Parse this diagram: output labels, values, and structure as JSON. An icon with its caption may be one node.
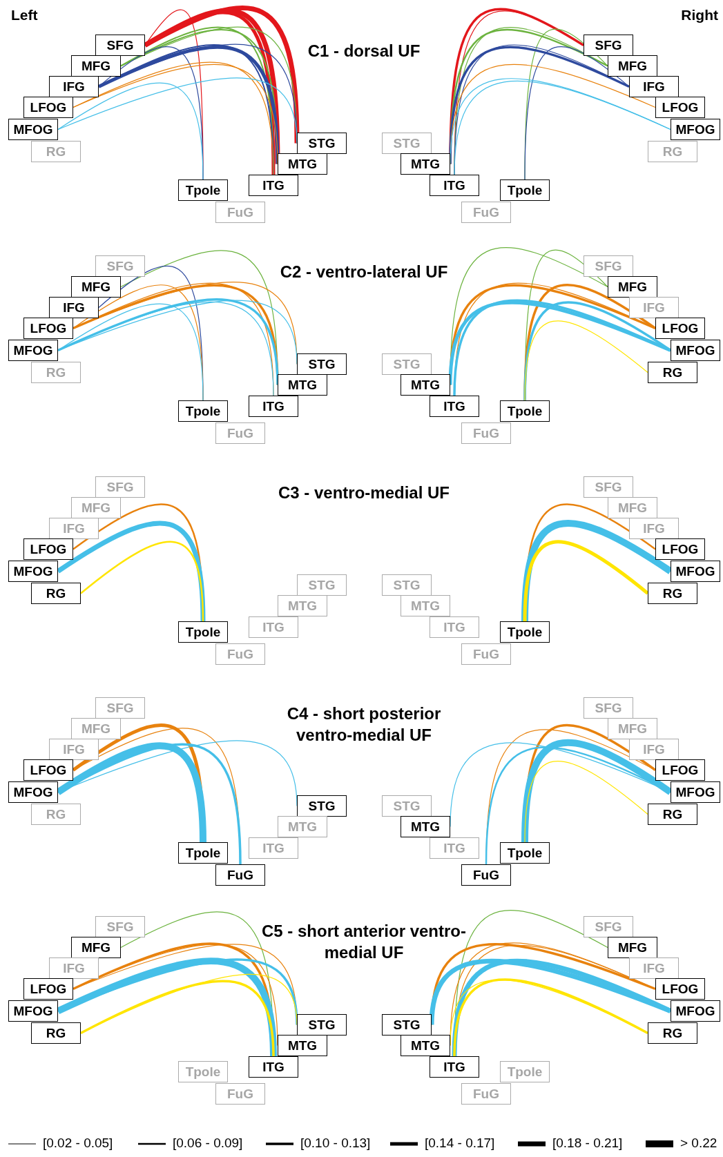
{
  "diagram": {
    "nodes": [
      {
        "text": [
          "SFG"
        ]
      },
      {
        "text": [
          "MFG"
        ]
      },
      {
        "text": [
          "IFG"
        ]
      },
      {
        "text": [
          "LFOG"
        ]
      },
      {
        "text": [
          "MFOG"
        ]
      },
      {
        "text": [
          "RG"
        ]
      },
      {
        "text": [
          "STG"
        ]
      },
      {
        "text": [
          "MTG"
        ]
      },
      {
        "text": [
          "ITG"
        ]
      },
      {
        "text": [
          "Tpole"
        ]
      },
      {
        "text": [
          "FuG"
        ]
      },
      {
        "text": [
          "SFG"
        ]
      },
      {
        "text": [
          "MFG"
        ]
      },
      {
        "text": [
          "IFG"
        ]
      },
      {
        "text": [
          "LFOG"
        ]
      },
      {
        "text": [
          "MFOG"
        ]
      },
      {
        "text": [
          "RG"
        ]
      },
      {
        "text": [
          "STG"
        ]
      },
      {
        "text": [
          "MTG"
        ]
      },
      {
        "text": [
          "ITG"
        ]
      },
      {
        "text": [
          "Tpole"
        ]
      },
      {
        "text": [
          "FuG"
        ]
      },
      {
        "text": [
          "SFG"
        ]
      },
      {
        "text": [
          "MFG"
        ]
      },
      {
        "text": [
          "IFG"
        ]
      },
      {
        "text": [
          "LFOG"
        ]
      },
      {
        "text": [
          "MFOG"
        ]
      },
      {
        "text": [
          "RG"
        ]
      },
      {
        "text": [
          "STG"
        ]
      },
      {
        "text": [
          "MTG"
        ]
      },
      {
        "text": [
          "ITG"
        ]
      },
      {
        "text": [
          "Tpole"
        ]
      },
      {
        "text": [
          "FuG"
        ]
      },
      {
        "text": [
          "SFG"
        ]
      },
      {
        "text": [
          "MFG"
        ]
      },
      {
        "text": [
          "IFG"
        ]
      },
      {
        "text": [
          "LFOG"
        ]
      },
      {
        "text": [
          "MFOG"
        ]
      },
      {
        "text": [
          "RG"
        ]
      },
      {
        "text": [
          "STG"
        ]
      },
      {
        "text": [
          "MTG"
        ]
      },
      {
        "text": [
          "ITG"
        ]
      },
      {
        "text": [
          "Tpole"
        ]
      },
      {
        "text": [
          "FuG"
        ]
      },
      {
        "text": [
          "SFG"
        ]
      },
      {
        "text": [
          "MFG"
        ]
      },
      {
        "text": [
          "IFG"
        ]
      },
      {
        "text": [
          "LFOG"
        ]
      },
      {
        "text": [
          "MFOG"
        ]
      },
      {
        "text": [
          "RG"
        ]
      },
      {
        "text": [
          "STG"
        ]
      },
      {
        "text": [
          "MTG"
        ]
      },
      {
        "text": [
          "ITG"
        ]
      },
      {
        "text": [
          "Tpole"
        ]
      },
      {
        "text": [
          "FuG"
        ]
      },
      {
        "text": [
          "SFG"
        ]
      },
      {
        "text": [
          "MFG"
        ]
      },
      {
        "text": [
          "IFG"
        ]
      },
      {
        "text": [
          "LFOG"
        ]
      },
      {
        "text": [
          "MFOG"
        ]
      },
      {
        "text": [
          "RG"
        ]
      },
      {
        "text": [
          "STG"
        ]
      },
      {
        "text": [
          "MTG"
        ]
      },
      {
        "text": [
          "ITG"
        ]
      },
      {
        "text": [
          "Tpole"
        ]
      },
      {
        "text": [
          "FuG"
        ]
      },
      {
        "text": [
          "SFG"
        ]
      },
      {
        "text": [
          "MFG"
        ]
      },
      {
        "text": [
          "IFG"
        ]
      },
      {
        "text": [
          "LFOG"
        ]
      },
      {
        "text": [
          "MFOG"
        ]
      },
      {
        "text": [
          "RG"
        ]
      },
      {
        "text": [
          "STG"
        ]
      },
      {
        "text": [
          "MTG"
        ]
      },
      {
        "text": [
          "ITG"
        ]
      },
      {
        "text": [
          "Tpole"
        ]
      },
      {
        "text": [
          "FuG"
        ]
      },
      {
        "text": [
          "SFG"
        ]
      },
      {
        "text": [
          "MFG"
        ]
      },
      {
        "text": [
          "IFG"
        ]
      },
      {
        "text": [
          "LFOG"
        ]
      },
      {
        "text": [
          "MFOG"
        ]
      },
      {
        "text": [
          "RG"
        ]
      },
      {
        "text": [
          "STG"
        ]
      },
      {
        "text": [
          "MTG"
        ]
      },
      {
        "text": [
          "ITG"
        ]
      },
      {
        "text": [
          "Tpole"
        ]
      },
      {
        "text": [
          "FuG"
        ]
      },
      {
        "text": [
          "SFG"
        ]
      },
      {
        "text": [
          "MFG"
        ]
      },
      {
        "text": [
          "IFG"
        ]
      },
      {
        "text": [
          "LFOG"
        ]
      },
      {
        "text": [
          "MFOG"
        ]
      },
      {
        "text": [
          "RG"
        ]
      },
      {
        "text": [
          "STG"
        ]
      },
      {
        "text": [
          "MTG"
        ]
      },
      {
        "text": [
          "ITG"
        ]
      },
      {
        "text": [
          "Tpole"
        ]
      },
      {
        "text": [
          "FuG"
        ]
      },
      {
        "text": [
          "SFG"
        ]
      },
      {
        "text": [
          "MFG"
        ]
      },
      {
        "text": [
          "IFG"
        ]
      },
      {
        "text": [
          "LFOG"
        ]
      },
      {
        "text": [
          "MFOG"
        ]
      },
      {
        "text": [
          "RG"
        ]
      },
      {
        "text": [
          "STG"
        ]
      },
      {
        "text": [
          "MTG"
        ]
      },
      {
        "text": [
          "ITG"
        ]
      },
      {
        "text": [
          "Tpole"
        ]
      },
      {
        "text": [
          "FuG"
        ]
      }
    ],
    "edges": [
      {
        "from": 0,
        "to": 6,
        "arrow": "none",
        "style": "thick",
        "color": "#e3171c"
      },
      {
        "from": 0,
        "to": 7,
        "arrow": "none",
        "style": "thick",
        "color": "#e3171c"
      },
      {
        "from": 0,
        "to": 8,
        "arrow": "none",
        "style": "thick",
        "color": "#e3171c"
      },
      {
        "from": 0,
        "to": 9,
        "arrow": "none",
        "color": "#e3171c"
      },
      {
        "from": 1,
        "to": 6,
        "arrow": "none",
        "color": "#6cb33f"
      },
      {
        "from": 1,
        "to": 7,
        "arrow": "none",
        "color": "#6cb33f"
      },
      {
        "from": 1,
        "to": 8,
        "arrow": "none",
        "color": "#6cb33f"
      },
      {
        "from": 2,
        "to": 6,
        "arrow": "none",
        "color": "#2e4a9e"
      },
      {
        "from": 2,
        "to": 7,
        "arrow": "none",
        "style": "thick",
        "color": "#2e4a9e"
      },
      {
        "from": 2,
        "to": 8,
        "arrow": "none",
        "color": "#2e4a9e"
      },
      {
        "from": 2,
        "to": 9,
        "arrow": "none",
        "color": "#2e4a9e"
      },
      {
        "from": 3,
        "to": 7,
        "arrow": "none",
        "color": "#e8820e"
      },
      {
        "from": 3,
        "to": 8,
        "arrow": "none",
        "color": "#e8820e"
      },
      {
        "from": 4,
        "to": 6,
        "arrow": "none",
        "color": "#45bfe8"
      },
      {
        "from": 4,
        "to": 9,
        "arrow": "none",
        "color": "#45bfe8"
      },
      {
        "from": 11,
        "to": 18,
        "arrow": "none",
        "color": "#e3171c"
      },
      {
        "from": 11,
        "to": 19,
        "arrow": "none",
        "color": "#e3171c"
      },
      {
        "from": 12,
        "to": 18,
        "arrow": "none",
        "color": "#6cb33f"
      },
      {
        "from": 12,
        "to": 19,
        "arrow": "none",
        "color": "#6cb33f"
      },
      {
        "from": 12,
        "to": 20,
        "arrow": "none",
        "color": "#6cb33f"
      },
      {
        "from": 13,
        "to": 18,
        "arrow": "none",
        "color": "#2e4a9e"
      },
      {
        "from": 13,
        "to": 19,
        "arrow": "none",
        "color": "#2e4a9e"
      },
      {
        "from": 13,
        "to": 20,
        "arrow": "none",
        "color": "#2e4a9e"
      },
      {
        "from": 14,
        "to": 18,
        "arrow": "none",
        "color": "#e8820e"
      },
      {
        "from": 15,
        "to": 18,
        "arrow": "none",
        "color": "#45bfe8"
      },
      {
        "from": 15,
        "to": 19,
        "arrow": "none",
        "color": "#45bfe8"
      },
      {
        "from": 23,
        "to": 29,
        "arrow": "none",
        "color": "#6cb33f"
      },
      {
        "from": 24,
        "to": 31,
        "arrow": "none",
        "color": "#2e4a9e"
      },
      {
        "from": 25,
        "to": 28,
        "arrow": "none",
        "color": "#e8820e"
      },
      {
        "from": 25,
        "to": 29,
        "arrow": "none",
        "color": "#e8820e"
      },
      {
        "from": 25,
        "to": 30,
        "arrow": "none",
        "color": "#e8820e"
      },
      {
        "from": 25,
        "to": 31,
        "arrow": "none",
        "color": "#e8820e"
      },
      {
        "from": 26,
        "to": 28,
        "arrow": "none",
        "color": "#45bfe8"
      },
      {
        "from": 26,
        "to": 29,
        "arrow": "none",
        "color": "#45bfe8"
      },
      {
        "from": 26,
        "to": 30,
        "arrow": "none",
        "color": "#45bfe8"
      },
      {
        "from": 26,
        "to": 31,
        "arrow": "none",
        "color": "#45bfe8"
      },
      {
        "from": 34,
        "to": 40,
        "arrow": "none",
        "color": "#6cb33f"
      },
      {
        "from": 34,
        "to": 42,
        "arrow": "none",
        "color": "#6cb33f"
      },
      {
        "from": 36,
        "to": 40,
        "arrow": "none",
        "color": "#e8820e"
      },
      {
        "from": 36,
        "to": 41,
        "arrow": "none",
        "color": "#e8820e"
      },
      {
        "from": 36,
        "to": 42,
        "arrow": "none",
        "color": "#e8820e"
      },
      {
        "from": 37,
        "to": 40,
        "arrow": "none",
        "style": "thick",
        "color": "#45bfe8"
      },
      {
        "from": 37,
        "to": 41,
        "arrow": "none",
        "color": "#45bfe8"
      },
      {
        "from": 37,
        "to": 42,
        "arrow": "none",
        "color": "#45bfe8"
      },
      {
        "from": 38,
        "to": 42,
        "arrow": "none",
        "color": "#ffe500"
      },
      {
        "from": 47,
        "to": 53,
        "arrow": "none",
        "color": "#e8820e"
      },
      {
        "from": 48,
        "to": 53,
        "arrow": "none",
        "style": "thick",
        "color": "#45bfe8"
      },
      {
        "from": 49,
        "to": 53,
        "arrow": "none",
        "color": "#ffe500"
      },
      {
        "from": 58,
        "to": 64,
        "arrow": "none",
        "color": "#e8820e"
      },
      {
        "from": 59,
        "to": 64,
        "arrow": "none",
        "style": "thick",
        "color": "#45bfe8"
      },
      {
        "from": 60,
        "to": 64,
        "arrow": "none",
        "style": "thick",
        "color": "#ffe500"
      },
      {
        "from": 69,
        "to": 75,
        "arrow": "none",
        "style": "thick",
        "color": "#e8820e"
      },
      {
        "from": 69,
        "to": 76,
        "arrow": "none",
        "color": "#e8820e"
      },
      {
        "from": 70,
        "to": 75,
        "arrow": "none",
        "style": "thick",
        "color": "#45bfe8"
      },
      {
        "from": 70,
        "to": 76,
        "arrow": "none",
        "color": "#45bfe8"
      },
      {
        "from": 70,
        "to": 72,
        "arrow": "none",
        "color": "#45bfe8"
      },
      {
        "from": 80,
        "to": 87,
        "arrow": "none",
        "color": "#e8820e"
      },
      {
        "from": 80,
        "to": 86,
        "arrow": "none",
        "color": "#e8820e"
      },
      {
        "from": 81,
        "to": 84,
        "arrow": "none",
        "color": "#45bfe8"
      },
      {
        "from": 81,
        "to": 87,
        "arrow": "none",
        "color": "#45bfe8"
      },
      {
        "from": 81,
        "to": 86,
        "arrow": "none",
        "style": "thick",
        "color": "#45bfe8"
      },
      {
        "from": 82,
        "to": 86,
        "arrow": "none",
        "color": "#ffe500"
      },
      {
        "from": 89,
        "to": 96,
        "arrow": "none",
        "color": "#6cb33f"
      },
      {
        "from": 91,
        "to": 96,
        "arrow": "none",
        "color": "#e8820e"
      },
      {
        "from": 91,
        "to": 95,
        "arrow": "none",
        "color": "#e8820e"
      },
      {
        "from": 91,
        "to": 94,
        "arrow": "none",
        "color": "#e8820e"
      },
      {
        "from": 92,
        "to": 96,
        "arrow": "none",
        "style": "thick",
        "color": "#45bfe8"
      },
      {
        "from": 92,
        "to": 94,
        "arrow": "none",
        "color": "#45bfe8"
      },
      {
        "from": 93,
        "to": 96,
        "arrow": "none",
        "color": "#ffe500"
      },
      {
        "from": 93,
        "to": 94,
        "arrow": "none",
        "color": "#ffe500"
      },
      {
        "from": 100,
        "to": 107,
        "arrow": "none",
        "color": "#6cb33f"
      },
      {
        "from": 102,
        "to": 105,
        "arrow": "none",
        "color": "#e8820e"
      },
      {
        "from": 102,
        "to": 106,
        "arrow": "none",
        "color": "#e8820e"
      },
      {
        "from": 102,
        "to": 107,
        "arrow": "none",
        "color": "#e8820e"
      },
      {
        "from": 103,
        "to": 105,
        "arrow": "none",
        "style": "thick",
        "color": "#45bfe8"
      },
      {
        "from": 103,
        "to": 107,
        "arrow": "none",
        "style": "thick",
        "color": "#45bfe8"
      },
      {
        "from": 104,
        "to": 107,
        "arrow": "none",
        "color": "#ffe500"
      },
      {
        "from": 104,
        "to": 106,
        "arrow": "none",
        "color": "#ffe500"
      }
    ],
    "labels": [
      "Left",
      "Right",
      "C1 - dorsal UF",
      "C2 - ventro-lateral UF",
      "C3 - ventro-medial UF",
      "C4 - short posterior ventro-medial UF",
      "C5 - short anterior ventro-medial UF"
    ],
    "legend": [
      {
        "text": "[0.02 - 0.05]"
      },
      {
        "text": "[0.06 - 0.09]"
      },
      {
        "text": "[0.10 - 0.13]"
      },
      {
        "text": "[0.14 - 0.17]"
      },
      {
        "text": "[0.18 - 0.21]"
      },
      {
        "text": "> 0.22"
      }
    ]
  }
}
